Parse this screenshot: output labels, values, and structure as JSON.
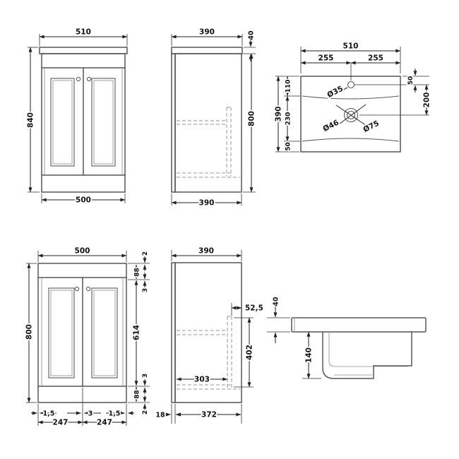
{
  "drawing": {
    "front_top": {
      "width_top": "510",
      "height": "840",
      "width_bottom": "500"
    },
    "side_top": {
      "depth_top": "390",
      "worktop_thickness": "40",
      "height": "800",
      "depth_bottom": "390"
    },
    "basin_plan": {
      "width": "510",
      "tap_left": "255",
      "tap_right": "255",
      "tap_dia": "Ø35",
      "overflow_dia": "Ø46",
      "waste_dia": "Ø75",
      "depth": "390",
      "zone_back": "110",
      "zone_mid": "230",
      "zone_front": "50",
      "tap_from_back": "50",
      "tap_to_waste": "200"
    },
    "front_bottom": {
      "width_top": "500",
      "height": "800",
      "edge_top": "2",
      "rail_top": "88",
      "gap_top": "3",
      "door_height": "614",
      "gap_bottom": "3",
      "rail_bottom": "88",
      "edge_bottom": "2",
      "gap_left": "1,5",
      "gap_center": "3",
      "gap_right": "1,5",
      "door_left": "247",
      "door_right": "247"
    },
    "side_bottom": {
      "depth_top": "390",
      "back_recess": "52,5",
      "recess_height": "402",
      "shelf_depth": "303",
      "door_thickness": "18",
      "carcass_depth": "372"
    },
    "basin_side": {
      "rim_height": "40",
      "bowl_depth": "140"
    }
  }
}
